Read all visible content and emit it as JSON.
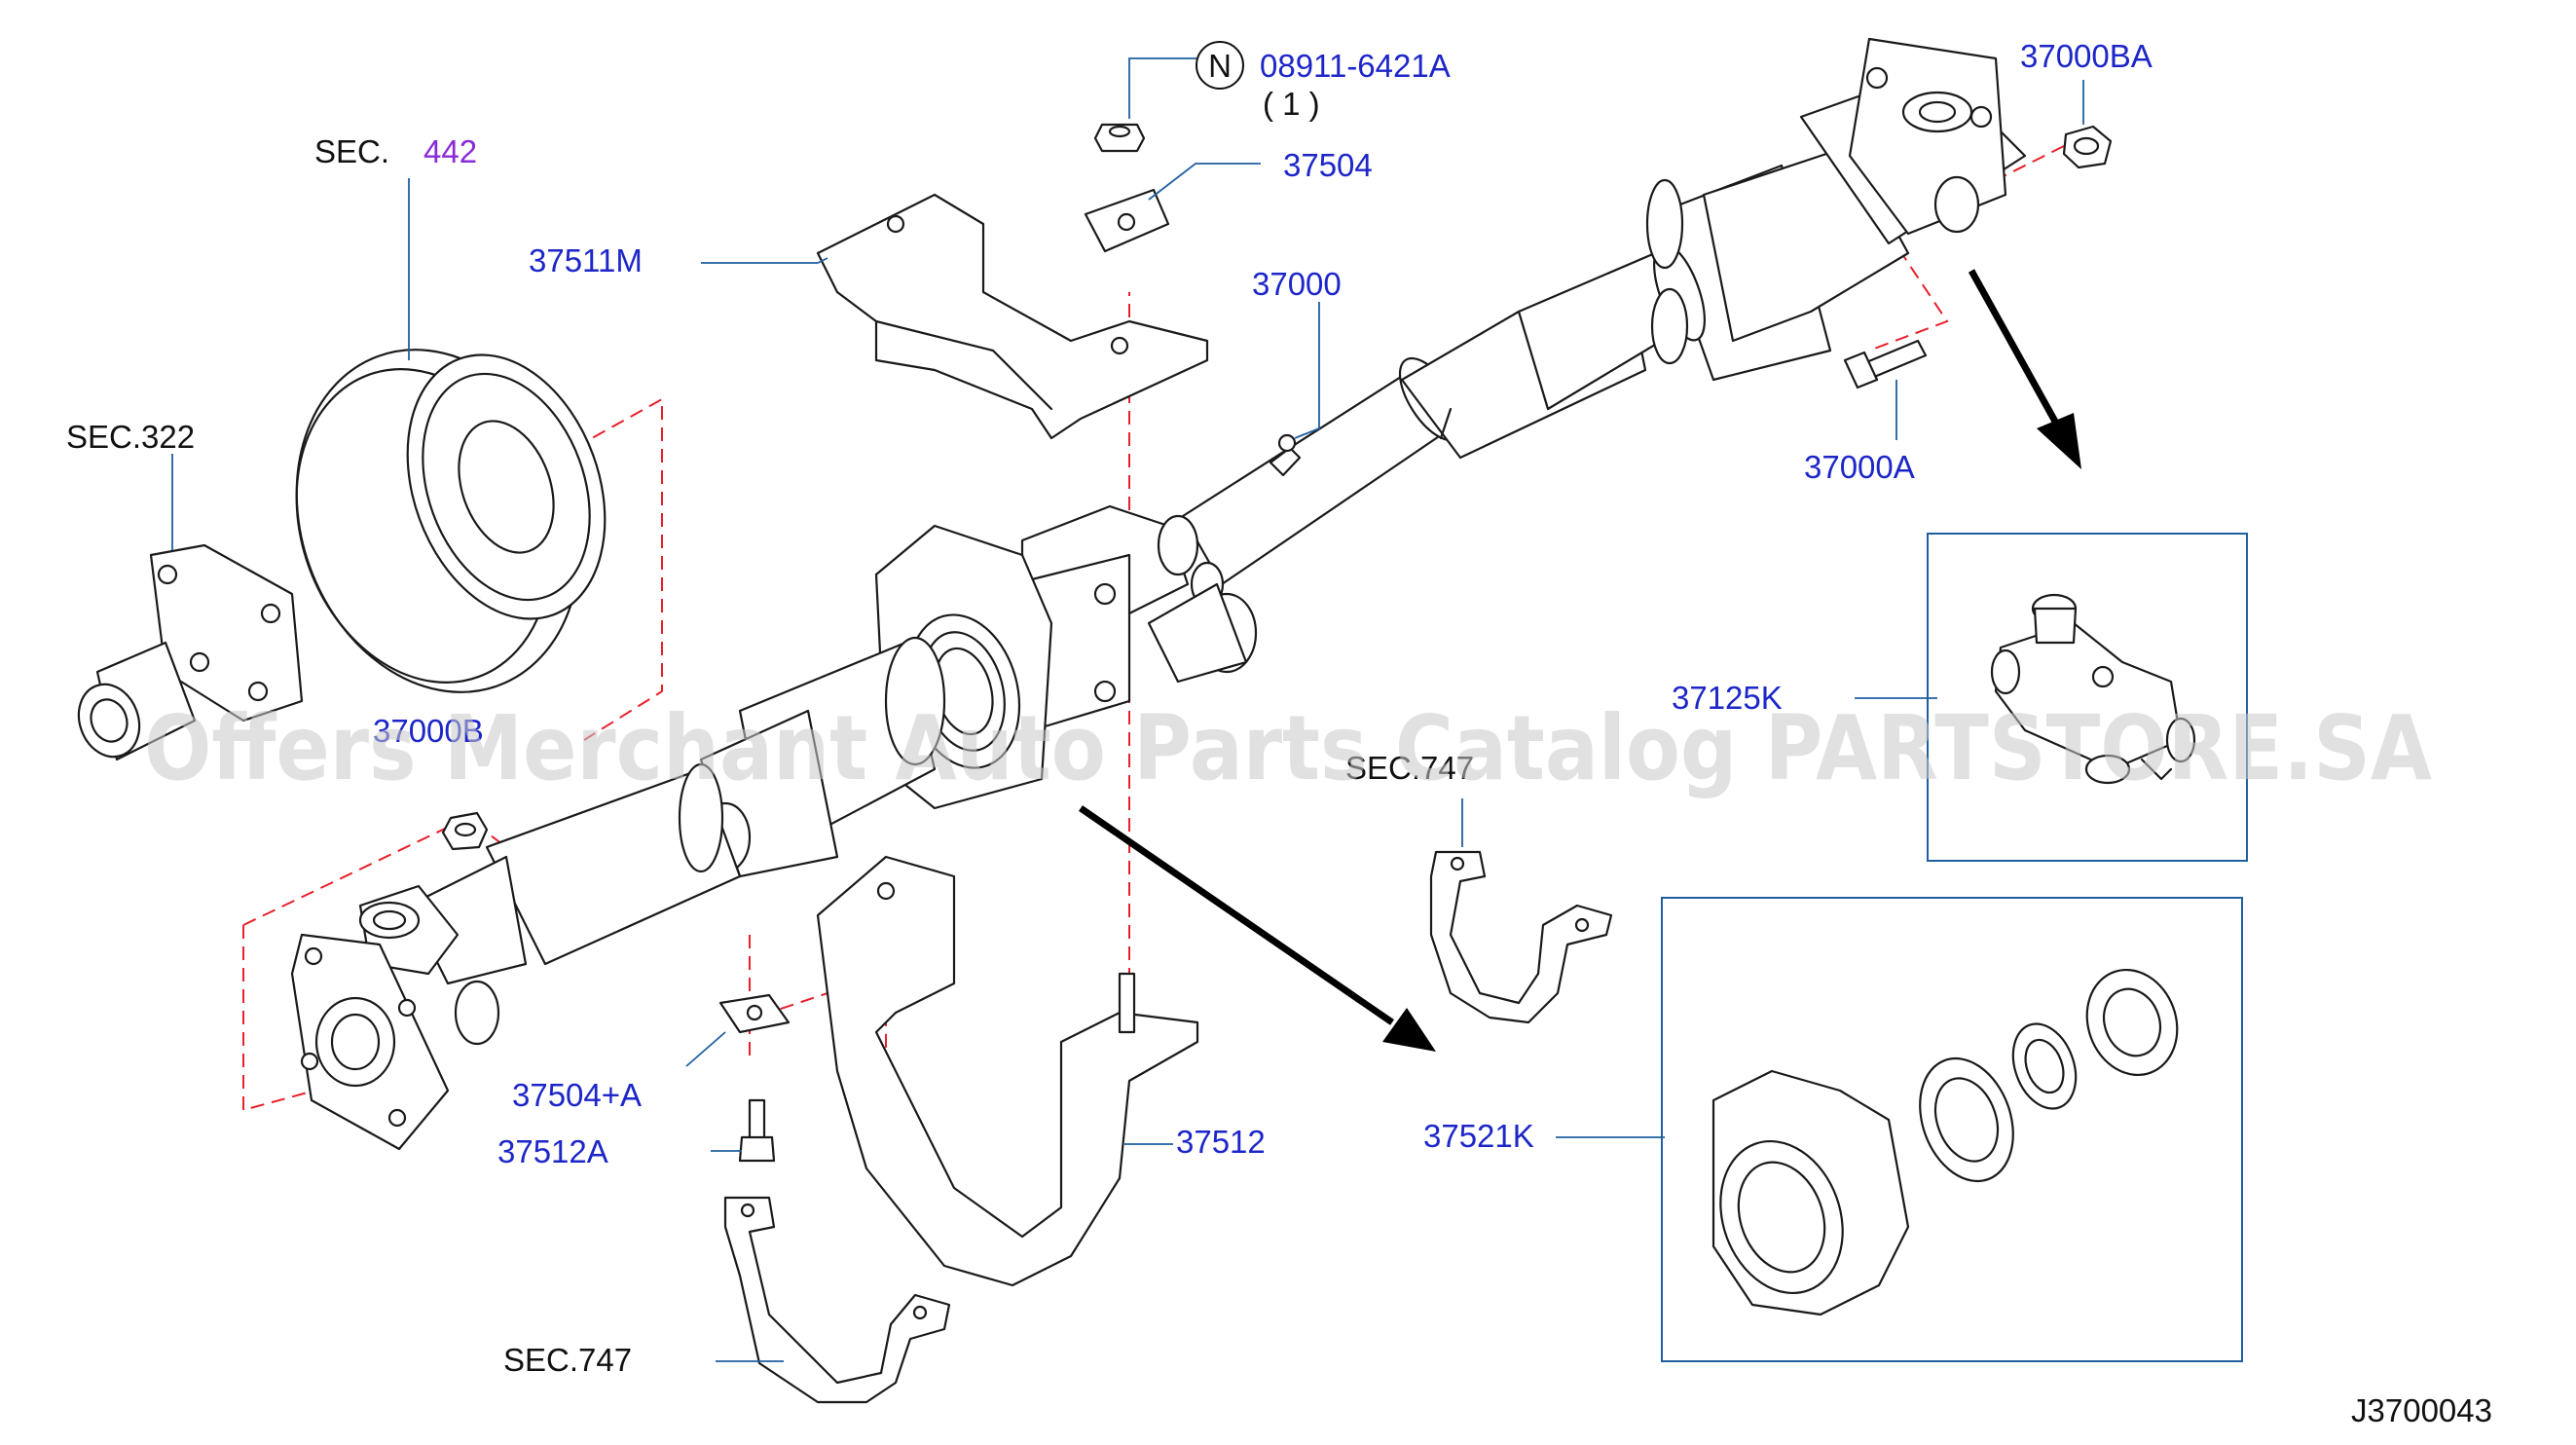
{
  "diagram": {
    "code": "J3700043",
    "watermark": "Offers Merchant Auto Parts Catalog PARTSTORE.SA",
    "labels": {
      "n_symbol": "N",
      "nut_part": "08911-6421A",
      "nut_qty": "( 1 )",
      "p37000BA": "37000BA",
      "p37504": "37504",
      "p37511M": "37511M",
      "p37000": "37000",
      "p37000A": "37000A",
      "sec442_prefix": "SEC.",
      "sec442_num": "442",
      "sec322": "SEC.322",
      "p37000B": "37000B",
      "p37125K": "37125K",
      "sec747_mid": "SEC.747",
      "p37504A": "37504+A",
      "p37512A": "37512A",
      "p37512": "37512",
      "p37521K": "37521K",
      "sec747_bottom": "SEC.747"
    }
  }
}
